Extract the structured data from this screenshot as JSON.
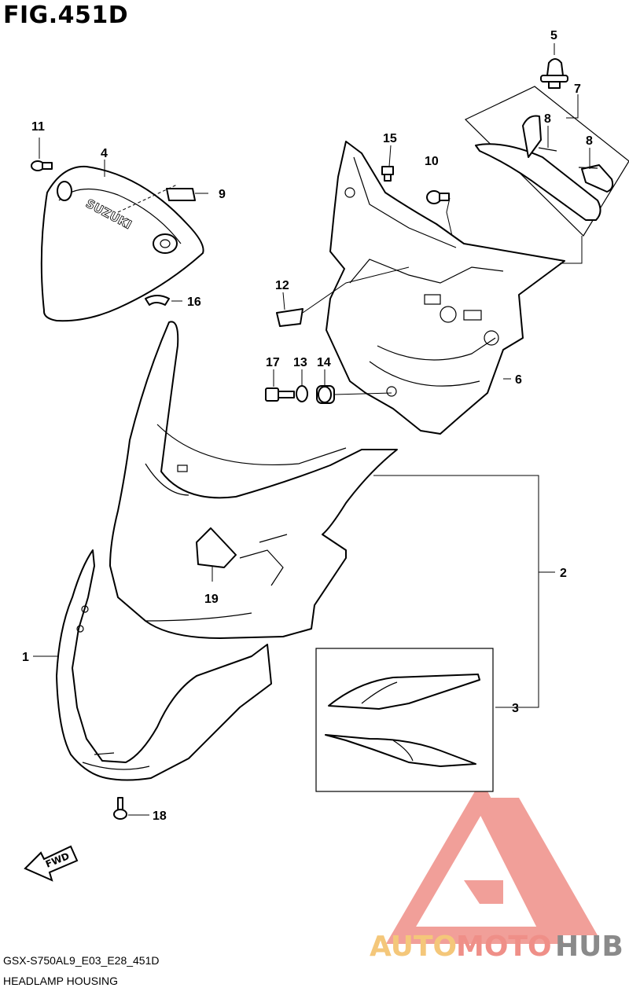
{
  "figure": {
    "title": "FIG.451D",
    "model_code": "GSX-S750AL9_E03_E28_451D",
    "section_name": "HEADLAMP HOUSING"
  },
  "callouts": [
    "1",
    "2",
    "3",
    "4",
    "5",
    "6",
    "7",
    "8",
    "8",
    "9",
    "10",
    "11",
    "12",
    "13",
    "14",
    "15",
    "16",
    "17",
    "18",
    "19"
  ],
  "labels": {
    "fwd": "FWD",
    "brand_mark": "SUZUKI"
  },
  "watermark": {
    "part_a": "AUTO",
    "part_b": "MOTO",
    "part_c": "HUB",
    "color_a": "#f4c77a",
    "color_b": "#ef8f88",
    "color_c": "#8a8a8a",
    "logo_color": "#ef8f88"
  }
}
